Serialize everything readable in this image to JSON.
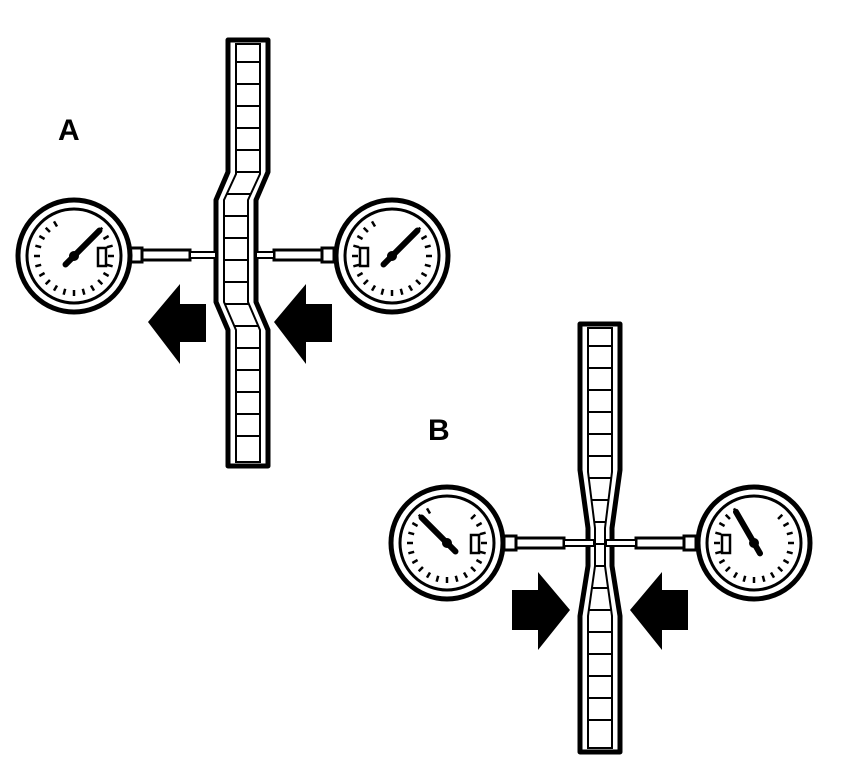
{
  "labels": {
    "a": "A",
    "b": "B"
  },
  "colors": {
    "ink": "#000000",
    "paper": "#ffffff"
  },
  "icons": {
    "gauge": "pressure-gauge-icon",
    "arrow_left": "arrow-left-icon",
    "arrow_right": "arrow-right-icon"
  },
  "diagram": {
    "panel_a": {
      "membrane_state": "bulged-left",
      "flow_arrows": "left",
      "left_gauge_needle_angle_deg": 45,
      "right_gauge_needle_angle_deg": 45
    },
    "panel_b": {
      "membrane_state": "pinched-center",
      "flow_arrows": "inward",
      "left_gauge_needle_angle_deg": 135,
      "right_gauge_needle_angle_deg": 120
    }
  }
}
